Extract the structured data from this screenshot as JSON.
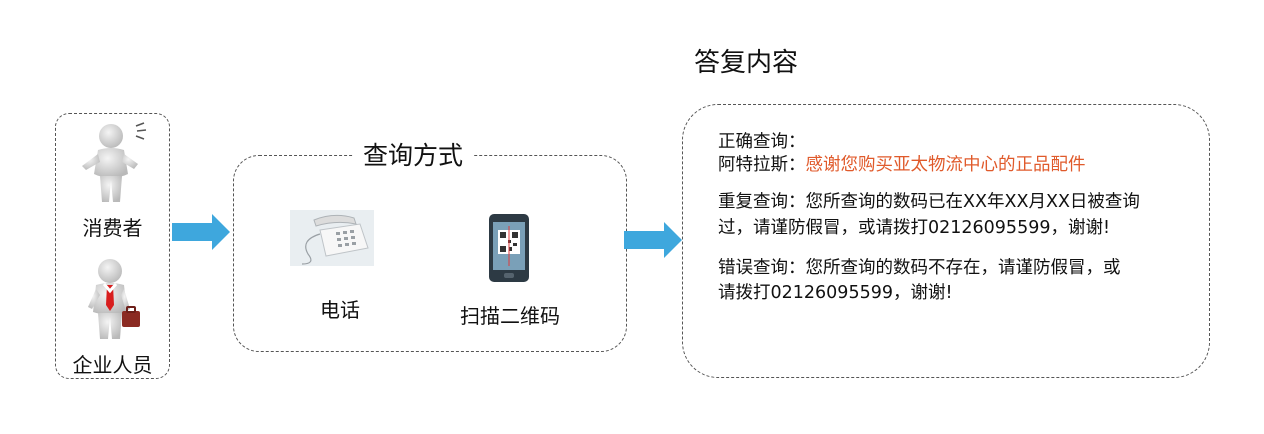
{
  "users": {
    "consumer_label": "消费者",
    "staff_label": "企业人员"
  },
  "methods": {
    "title": "查询方式",
    "phone_label": "电话",
    "scan_label": "扫描二维码"
  },
  "reply": {
    "title": "答复内容",
    "correct_heading": "正确查询：",
    "correct_prefix": "阿特拉斯：",
    "correct_highlight": "感谢您购买亚太物流中心的正品配件",
    "repeat_line1": "重复查询：您所查询的数码已在XX年XX月XX日被查询",
    "repeat_line2": "过，请谨防假冒，或请拨打02126095599，谢谢!",
    "wrong_line1": "错误查询：您所查询的数码不存在，请谨防假冒，或",
    "wrong_line2": "请拨打02126095599，谢谢!"
  },
  "colors": {
    "arrow": "#3ea7dd",
    "highlight": "#e05a2b",
    "border": "#555555"
  }
}
